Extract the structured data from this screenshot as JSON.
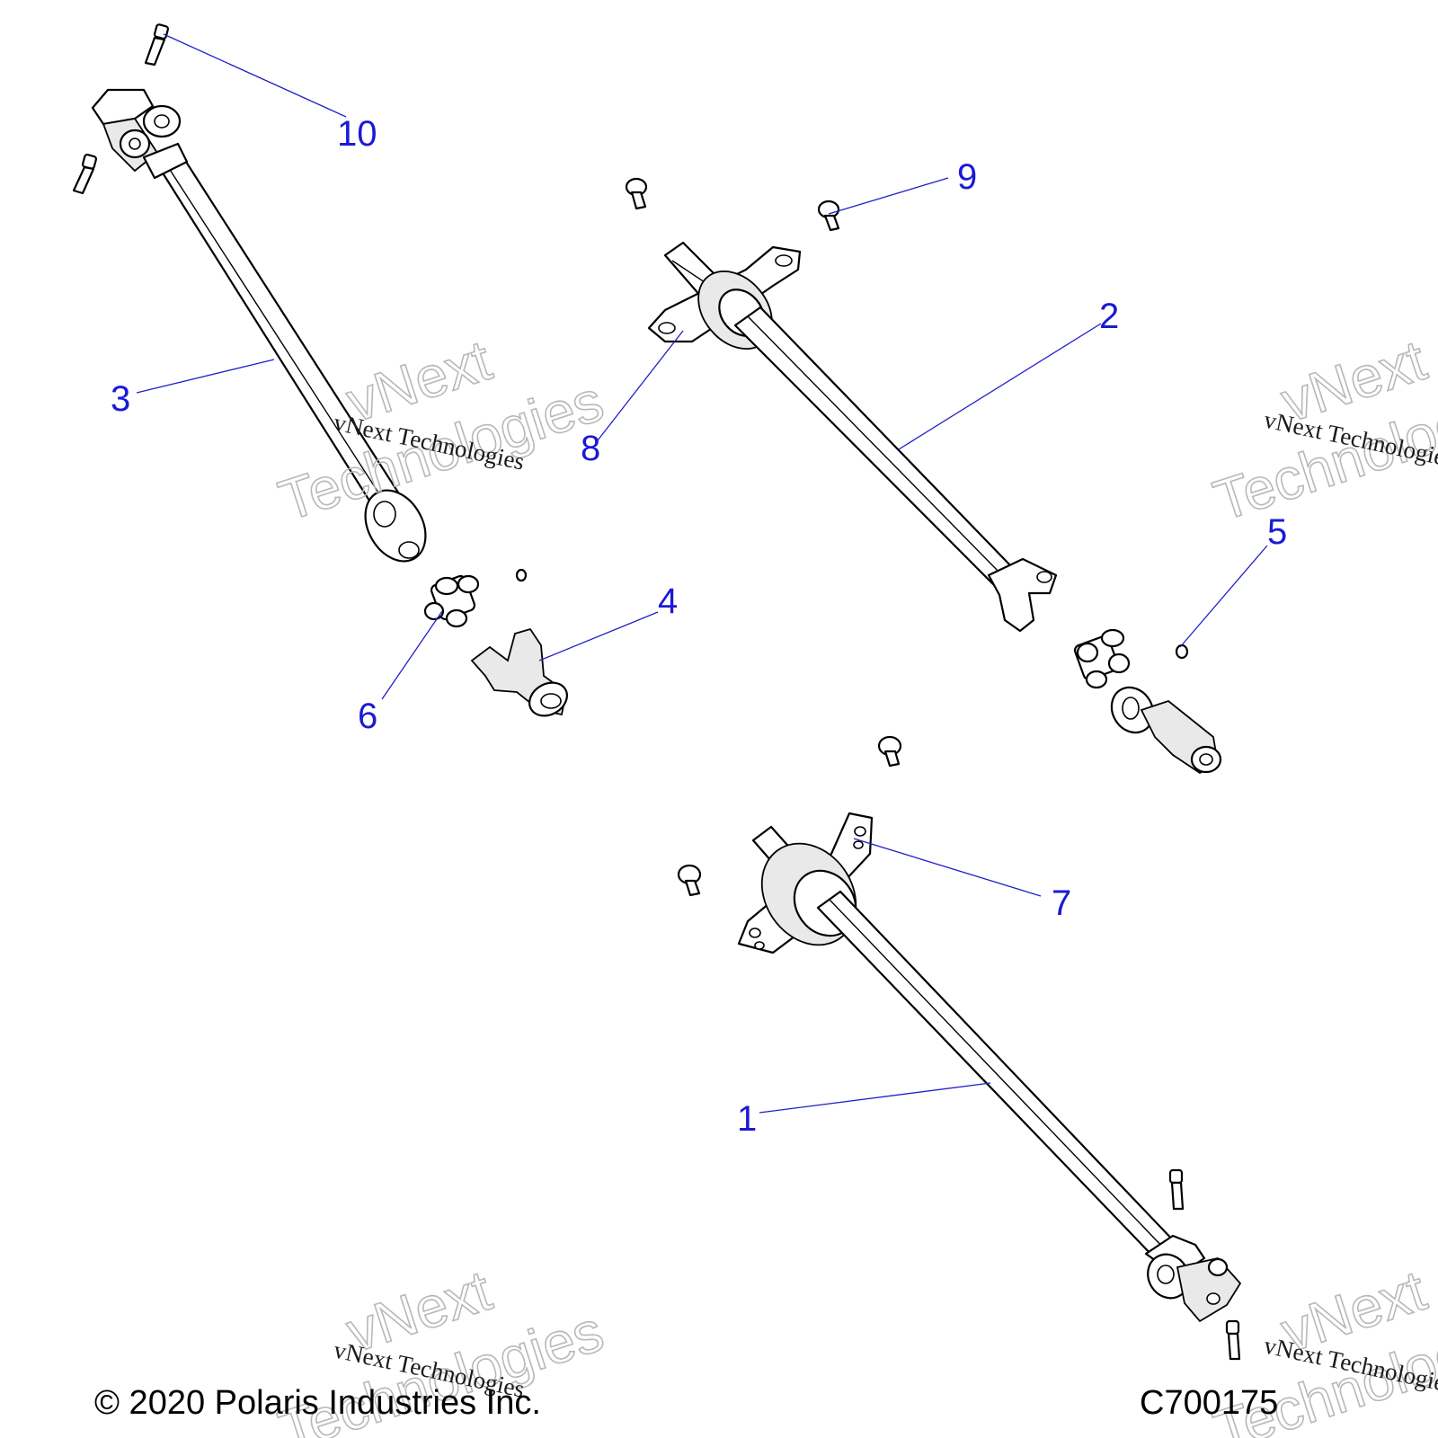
{
  "callouts": [
    {
      "label": "1",
      "part": "front prop shaft with support bearing"
    },
    {
      "label": "2",
      "part": "rear prop shaft with support bearing"
    },
    {
      "label": "3",
      "part": "middle prop shaft"
    },
    {
      "label": "4",
      "part": "slip yoke"
    },
    {
      "label": "5",
      "part": "grease fitting"
    },
    {
      "label": "6",
      "part": "u-joint cross"
    },
    {
      "label": "7",
      "part": "support bearing bracket"
    },
    {
      "label": "8",
      "part": "support bearing bracket"
    },
    {
      "label": "9",
      "part": "bolt"
    },
    {
      "label": "10",
      "part": "bolt"
    }
  ],
  "watermark": {
    "line1": "vNext Technologies",
    "outline_top": "vNext",
    "outline_bottom": "Technologies"
  },
  "footer": {
    "copyright": "© 2020 Polaris Industries Inc.",
    "drawing_id": "C700175"
  },
  "colors": {
    "callout": "#1a1ad6",
    "leader": "#2020c8",
    "line_art": "#000000",
    "background": "#ffffff"
  }
}
